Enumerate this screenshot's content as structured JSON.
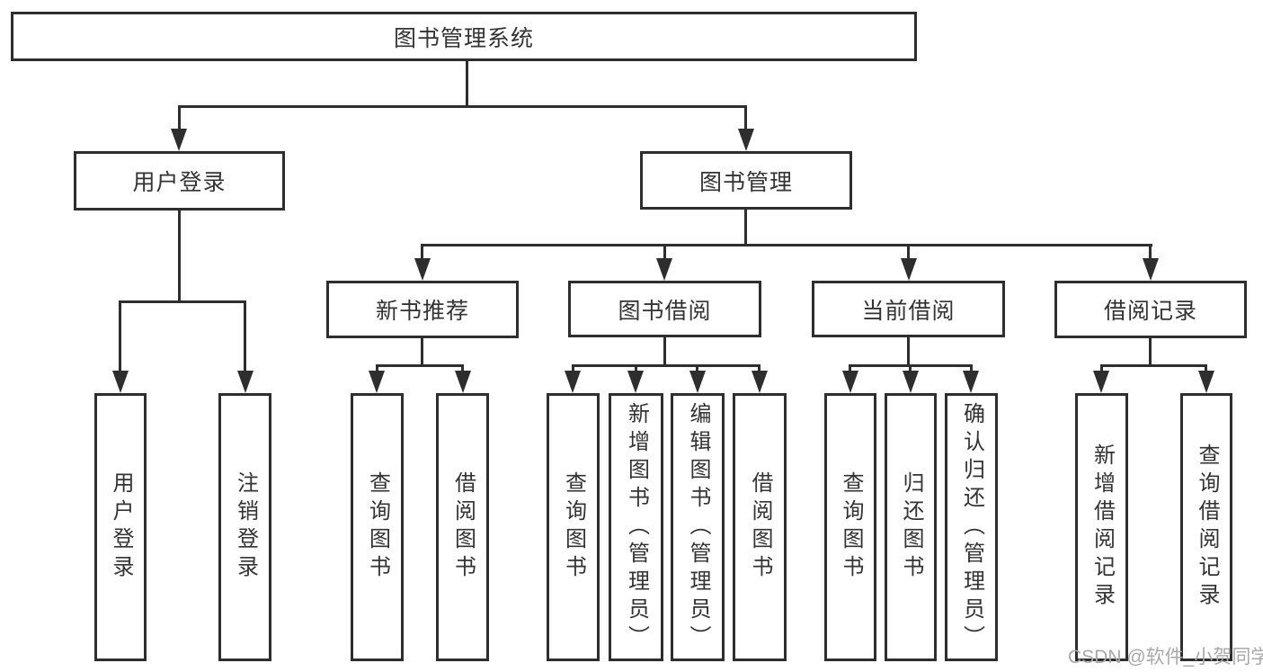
{
  "tree": {
    "root": {
      "label": "图书管理系统"
    },
    "level1": [
      {
        "label": "用户登录"
      },
      {
        "label": "图书管理"
      }
    ],
    "level2": [
      {
        "label": "新书推荐"
      },
      {
        "label": "图书借阅"
      },
      {
        "label": "当前借阅"
      },
      {
        "label": "借阅记录"
      }
    ],
    "leaves": {
      "login": [
        "用户登录",
        "注销登录"
      ],
      "recommend": [
        "查询图书",
        "借阅图书"
      ],
      "borrow": [
        "查询图书",
        "新增图书（管理员）",
        "编辑图书（管理员）",
        "借阅图书"
      ],
      "current": [
        "查询图书",
        "归还图书",
        "确认归还（管理员）"
      ],
      "record": [
        "新增借阅记录",
        "查询借阅记录"
      ]
    }
  },
  "watermark": {
    "text": "CSDN @软件_小贺同学"
  },
  "colors": {
    "line": "#2e2e2e",
    "text": "#333333",
    "watermark": "#a9a9a9",
    "bg": "#ffffff"
  }
}
